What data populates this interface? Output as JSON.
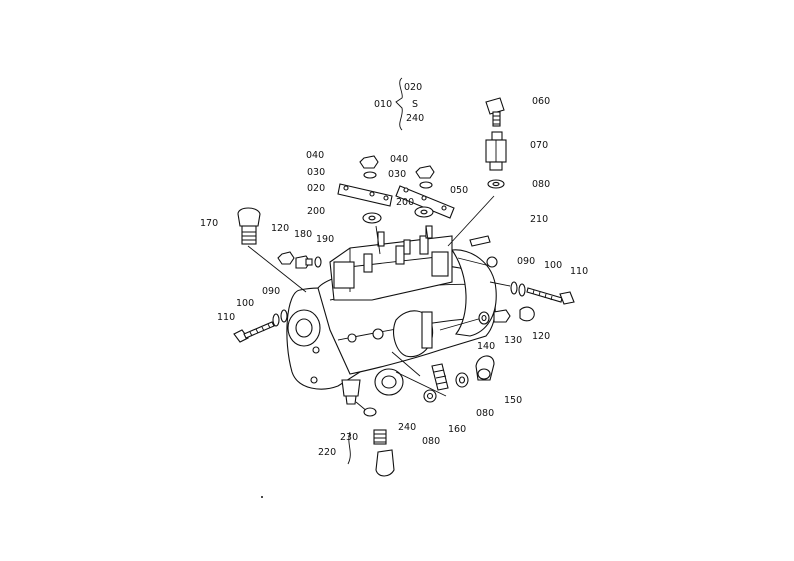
{
  "diagram": {
    "labels": {
      "l010": "010",
      "l020a": "020",
      "lsep": "S",
      "l240a": "240",
      "l060": "060",
      "l070": "070",
      "l080a": "080",
      "l040a": "040",
      "l030a": "030",
      "l020b": "020",
      "l200a": "200",
      "l040b": "040",
      "l030b": "030",
      "l050": "050",
      "l200b": "200",
      "l210": "210",
      "l170": "170",
      "l120a": "120",
      "l180": "180",
      "l190": "190",
      "l090a": "090",
      "l100a": "100",
      "l110a": "110",
      "l110b": "110",
      "l100b": "100",
      "l090b": "090",
      "l130": "130",
      "l120b": "120",
      "l140": "140",
      "l150": "150",
      "l080b": "080",
      "l160": "160",
      "l080c": "080",
      "l230": "230",
      "l240b": "240",
      "l220": "220"
    }
  }
}
